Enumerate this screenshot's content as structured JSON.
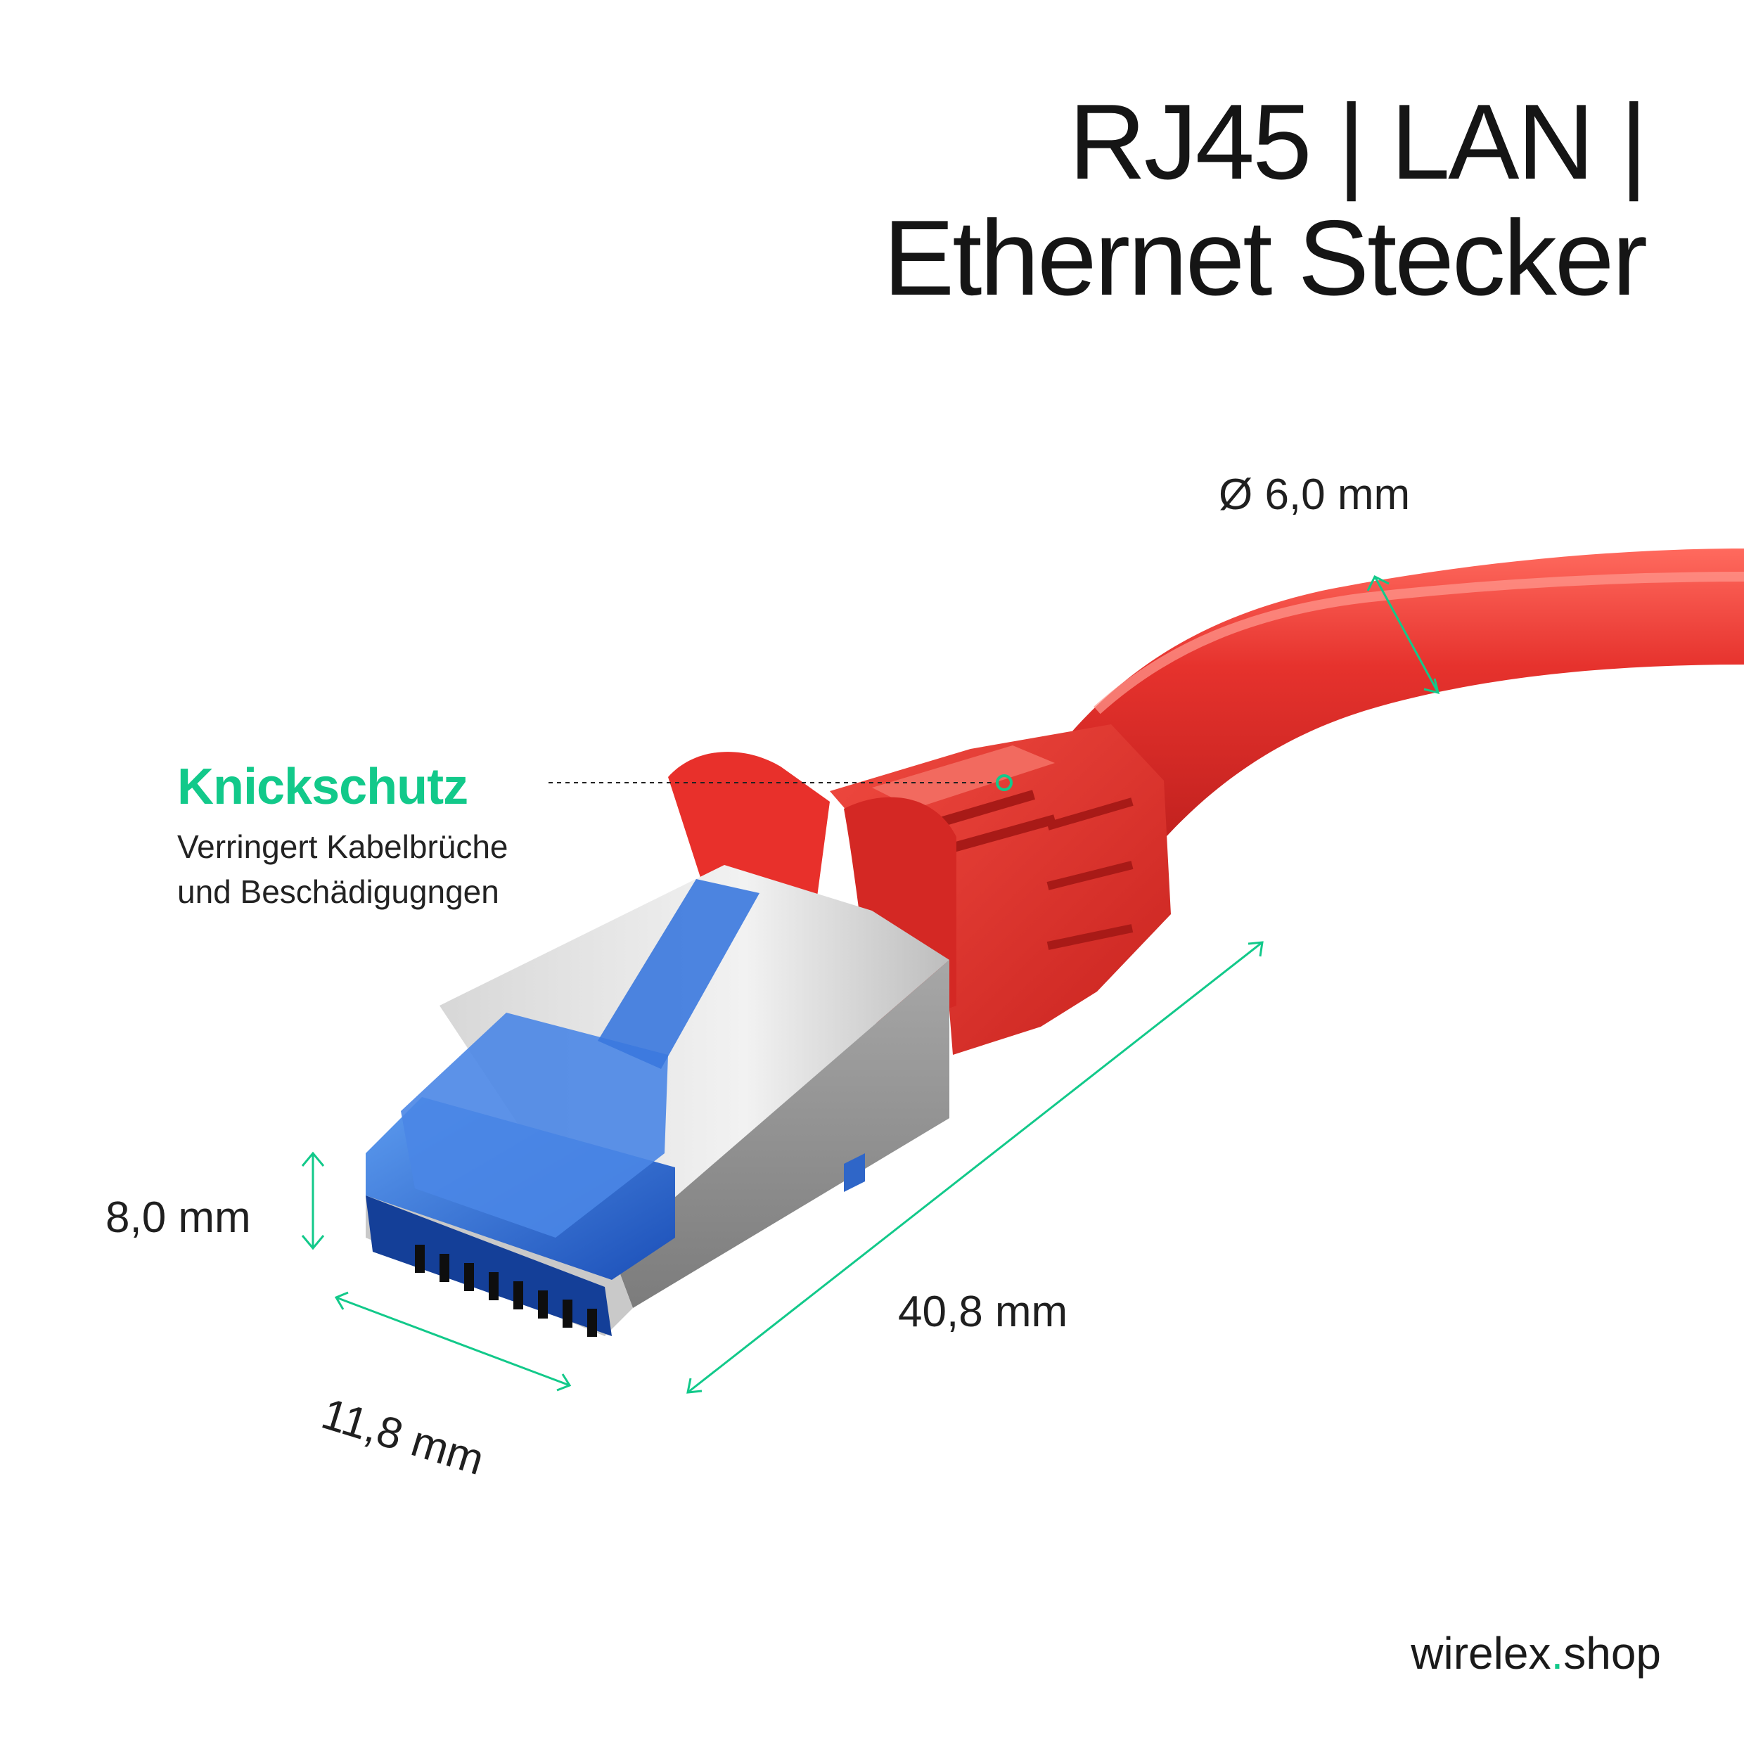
{
  "title": {
    "line1": "RJ45 | LAN |",
    "line2": "Ethernet Stecker"
  },
  "feature": {
    "title": "Knickschutz",
    "desc_line1": "Verringert Kabelbrüche",
    "desc_line2": "und Beschädigugngen"
  },
  "dimensions": {
    "cable_diameter": "Ø 6,0 mm",
    "height": "8,0 mm",
    "width": "11,8 mm",
    "length": "40,8 mm"
  },
  "brand": {
    "name": "wirelex",
    "dot": ".",
    "tld": "shop"
  },
  "colors": {
    "accent": "#12c98a",
    "cable_red": "#e2322f",
    "clip_blue": "#1f5fd0",
    "shield_grey": "#9a9a9a",
    "text": "#1a1a1a"
  }
}
